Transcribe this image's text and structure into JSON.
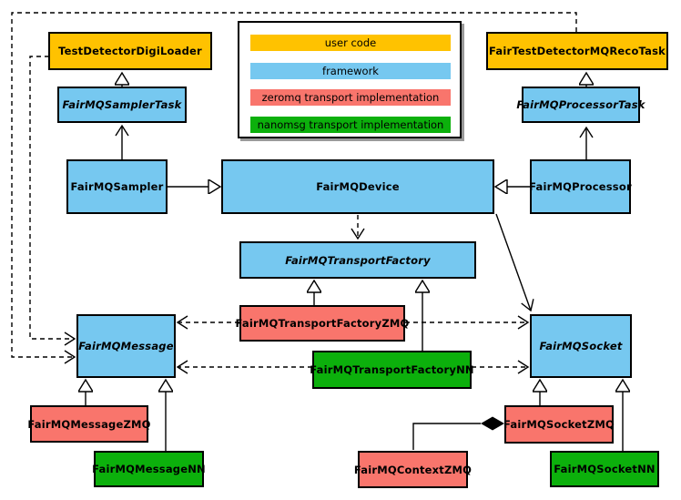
{
  "diagram": {
    "colors": {
      "user_code": "#FFC200",
      "framework": "#76C8F0",
      "zeromq": "#F9756C",
      "nanomsg": "#0CB00C",
      "line": "#000000",
      "background": "#FFFFFF"
    },
    "legend": {
      "items": [
        {
          "label": "user code",
          "color_key": "user_code"
        },
        {
          "label": "framework",
          "color_key": "framework"
        },
        {
          "label": "zeromq transport implementation",
          "color_key": "zeromq"
        },
        {
          "label": "nanomsg transport implementation",
          "color_key": "nanomsg"
        }
      ]
    },
    "nodes": {
      "digiloader": {
        "label": "TestDetectorDigiLoader",
        "category": "user_code",
        "abstract": false
      },
      "recotask": {
        "label": "FairTestDetectorMQRecoTask",
        "category": "user_code",
        "abstract": false
      },
      "samplertask": {
        "label": "FairMQSamplerTask",
        "category": "framework",
        "abstract": true
      },
      "processortask": {
        "label": "FairMQProcessorTask",
        "category": "framework",
        "abstract": true
      },
      "sampler": {
        "label": "FairMQSampler",
        "category": "framework",
        "abstract": false
      },
      "device": {
        "label": "FairMQDevice",
        "category": "framework",
        "abstract": false
      },
      "processor": {
        "label": "FairMQProcessor",
        "category": "framework",
        "abstract": false
      },
      "transportfactory": {
        "label": "FairMQTransportFactory",
        "category": "framework",
        "abstract": true
      },
      "tfzmq": {
        "label": "FairMQTransportFactoryZMQ",
        "category": "zeromq",
        "abstract": false
      },
      "tfnn": {
        "label": "FairMQTransportFactoryNN",
        "category": "nanomsg",
        "abstract": false
      },
      "message": {
        "label": "FairMQMessage",
        "category": "framework",
        "abstract": true
      },
      "socket": {
        "label": "FairMQSocket",
        "category": "framework",
        "abstract": true
      },
      "messagezmq": {
        "label": "FairMQMessageZMQ",
        "category": "zeromq",
        "abstract": false
      },
      "messagenn": {
        "label": "FairMQMessageNN",
        "category": "nanomsg",
        "abstract": false
      },
      "socketzmq": {
        "label": "FairMQSocketZMQ",
        "category": "zeromq",
        "abstract": false
      },
      "contextzmq": {
        "label": "FairMQContextZMQ",
        "category": "zeromq",
        "abstract": false
      },
      "socketnn": {
        "label": "FairMQSocketNN",
        "category": "nanomsg",
        "abstract": false
      }
    },
    "edges": [
      {
        "from": "samplertask",
        "to": "digiloader",
        "type": "generalization-triangle"
      },
      {
        "from": "sampler",
        "to": "samplertask",
        "type": "generalization-open"
      },
      {
        "from": "processortask",
        "to": "recotask",
        "type": "generalization-triangle"
      },
      {
        "from": "processor",
        "to": "processortask",
        "type": "generalization-open"
      },
      {
        "from": "sampler",
        "to": "device",
        "type": "generalization-triangle"
      },
      {
        "from": "processor",
        "to": "device",
        "type": "generalization-triangle"
      },
      {
        "from": "device",
        "to": "transportfactory",
        "type": "dashed-dependency"
      },
      {
        "from": "device",
        "to": "socket",
        "type": "association-open"
      },
      {
        "from": "tfzmq",
        "to": "transportfactory",
        "type": "generalization-triangle"
      },
      {
        "from": "tfnn",
        "to": "transportfactory",
        "type": "generalization-triangle"
      },
      {
        "from": "tfzmq",
        "to": "message",
        "type": "dashed-dependency"
      },
      {
        "from": "tfzmq",
        "to": "socket",
        "type": "dashed-dependency"
      },
      {
        "from": "tfnn",
        "to": "message",
        "type": "dashed-dependency"
      },
      {
        "from": "tfnn",
        "to": "socket",
        "type": "dashed-dependency"
      },
      {
        "from": "digiloader",
        "to": "message",
        "type": "dashed-dependency"
      },
      {
        "from": "recotask",
        "to": "message",
        "type": "dashed-dependency"
      },
      {
        "from": "messagezmq",
        "to": "message",
        "type": "generalization-triangle"
      },
      {
        "from": "messagenn",
        "to": "message",
        "type": "generalization-triangle"
      },
      {
        "from": "socketzmq",
        "to": "socket",
        "type": "generalization-triangle"
      },
      {
        "from": "socketnn",
        "to": "socket",
        "type": "generalization-triangle"
      },
      {
        "from": "socketzmq",
        "to": "contextzmq",
        "type": "aggregation-diamond"
      }
    ]
  }
}
